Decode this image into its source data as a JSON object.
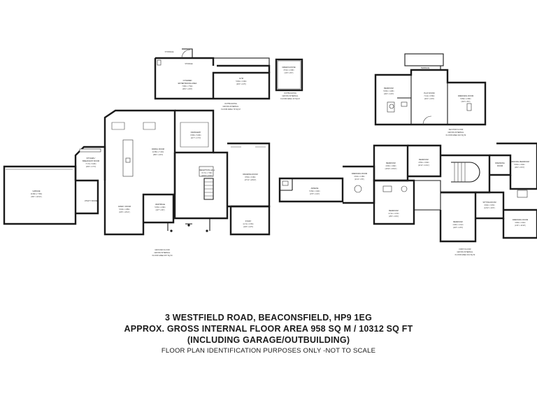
{
  "caption": {
    "address": "3 WESTFIELD ROAD, BEACONSFIELD, HP9 1EG",
    "area": "APPROX. GROSS INTERNAL FLOOR AREA 958 SQ M / 10312 SQ FT",
    "including": "(INCLUDING GARAGE/OUTBUILDING)",
    "disclaimer": "FLOOR PLAN IDENTIFICATION PURPOSES ONLY -NOT TO SCALE"
  },
  "outbuilding": {
    "covered_area": {
      "title": "COVERED",
      "name": "ENTERTAINING AREA",
      "metric": "7.98m x 7.54m",
      "imperial": "(26'2\" x 24'9\")"
    },
    "gym": {
      "name": "GYM",
      "metric": "5.90m x 3.49m",
      "imperial": "(19'4\" x 11'5\")"
    },
    "storage": "STORAGE",
    "label": [
      "OUTBUILDING",
      "GROSS INTERNAL",
      "FLOOR AREA 79 SQ M"
    ]
  },
  "green_house": {
    "name": "GREEN HOUSE",
    "metric": "3.51m x 2.48m",
    "imperial": "(11'6\" x 8'2\")",
    "label": [
      "OUTBUILDING",
      "GROSS INTERNAL",
      "FLOOR AREA 13 SQ M"
    ]
  },
  "ground_floor": {
    "label": [
      "GROUND FLOOR",
      "GROSS INTERNAL",
      "FLOOR AREA 467 SQ M"
    ],
    "garage": {
      "name": "GARAGE",
      "metric": "10.99m x 7.59m",
      "imperial": "(36'1\" x 24'11\")"
    },
    "kitchen": {
      "name": "KITCHEN /",
      "name2": "BREAKFAST ROOM",
      "metric": "7.17m x 5.26m",
      "imperial": "(23'6\" x 17'3\")"
    },
    "utility": {
      "name": "UTILITY ROOM"
    },
    "dining": {
      "name": "DINING ROOM",
      "metric": "11.58m x 7.40m",
      "imperial": "(38'0\" x 24'3\")"
    },
    "orangery": {
      "name": "ORANGERY",
      "metric": "6.58m x 5.26m",
      "imperial": "(21'7\" x 17'3\")"
    },
    "reception": {
      "name": "RECEPTION HALL",
      "metric": "8.17m x 7.06m",
      "imperial": "(26'10\" x 23'2\")"
    },
    "drawing": {
      "name": "DRAWING ROOM",
      "metric": "8.50m x 6.36m",
      "imperial": "(27'11\" x 20'10\")"
    },
    "family": {
      "name": "FAMILY ROOM",
      "metric": "5.63m x 4.85m",
      "imperial": "(18'6\" x 15'11\")"
    },
    "vestibule": {
      "name": "VESTIBULE",
      "metric": "5.05m x 2.90m",
      "imperial": "(16'7\" x 9'6\")"
    },
    "study": {
      "name": "STUDY",
      "metric": "4.17m x 3.78m",
      "imperial": "(13'8\" x 12'5\")"
    }
  },
  "first_floor": {
    "label": [
      "FIRST FLOOR",
      "GROSS INTERNAL",
      "FLOOR AREA 311 SQ M"
    ],
    "annexe": {
      "name": "ANNEXE",
      "metric": "5.39m x 4.02m",
      "imperial": "(17'8\" x 13'2\")"
    },
    "dressing": {
      "name": "DRESSING ROOM",
      "metric": "3.62m x 1.99m",
      "imperial": "(11'11\" x 6'6\")"
    },
    "bedroom_a": {
      "name": "BEDROOM",
      "metric": "4.83m x 4.82m",
      "imperial": "(15'10\" x 15'10\")"
    },
    "bedroom_b": {
      "name": "BEDROOM",
      "metric": "4.55m x 3.63m",
      "imperial": "(14'11\" x 11'11\")"
    },
    "bedroom_c": {
      "name": "BEDROOM",
      "metric": "4.71m x 4.72m",
      "imperial": "(15'5\" x 15'6\")"
    },
    "bedroom_d": {
      "name": "BEDROOM",
      "metric": "4.46m x 4.11m",
      "imperial": "(14'8\" x 13'6\")"
    },
    "dressing_room": {
      "name": "DRESSING",
      "name2": "ROOM"
    },
    "principal": {
      "name": "PRINCIPAL BEDROOM",
      "metric": "5.60m x 4.64m",
      "imperial": "(18'4\" x 15'3\")"
    },
    "sitting": {
      "name": "SITTING ROOM",
      "metric": "3.92m x 3.15m",
      "imperial": "(12'10\" x 10'4\")"
    },
    "dressing_room2": {
      "name": "DRESSING ROOM",
      "metric": "3.96m x 3.91m",
      "imperial": "(13'0\" x 12'10\")"
    }
  },
  "second_floor": {
    "label": [
      "SECOND FLOOR",
      "GROSS INTERNAL",
      "FLOOR AREA 110 SQ M"
    ],
    "terrace": "TERRACE",
    "bedroom": {
      "name": "BEDROOM",
      "metric": "5.83m x 4.28m",
      "imperial": "(19'2\" x 14'0\")"
    },
    "playroom": {
      "name": "PLAY ROOM",
      "metric": "7.12m x 6.56m",
      "imperial": "(23'4\" x 21'6\")"
    },
    "dressing": {
      "name": "DRESSING ROOM",
      "metric": "5.89m x 2.96m",
      "imperial": "(19'4\" x 9'9\")"
    }
  }
}
